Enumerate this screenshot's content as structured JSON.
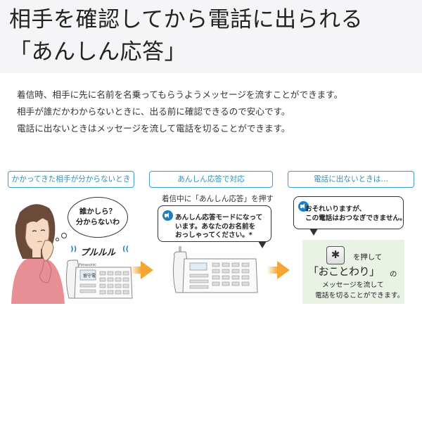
{
  "colors": {
    "accent": "#3f9fc2",
    "arrow": "#f5a534",
    "speaker": "#1e7fc0",
    "result_bg": "#eaf2e6"
  },
  "header": {
    "line1": "相手を確認してから電話に出られる",
    "line2": "「あんしん応答」"
  },
  "description": [
    "着信時、相手に先に名前を名乗ってもらうようメッセージを流すことができます。",
    "相手が誰だかわからないときに、出る前に確認できるので安心です。",
    "電話に出ないときはメッセージを流して電話を切ることができます。"
  ],
  "steps": [
    {
      "tag": "かかってきた相手が分からないとき",
      "thought_line1": "誰かしら？",
      "thought_line2": "分からないわ",
      "ring": "プルルル"
    },
    {
      "tag": "あんしん応答で対応",
      "caption": "着信中に「あんしん応答」を押す",
      "bubble_line1": "あんしん応答モードになって",
      "bubble_line2": "います。あなたのお名前を",
      "bubble_line3": "おっしゃってください。*"
    },
    {
      "tag": "電話に出ないときは…",
      "bubble_line1": "おそれいりますが、",
      "bubble_line2": "この電話はおつなぎできません。",
      "key_symbol": "✱",
      "key_after": "を押して",
      "refuse": "「おことわり」",
      "refuse_suffix": "の",
      "result_line1": "メッセージを流して",
      "result_line2": "電話を切ることができます。"
    }
  ],
  "fax_labels": {
    "brand": "Panasonic",
    "screen": "留守電"
  }
}
